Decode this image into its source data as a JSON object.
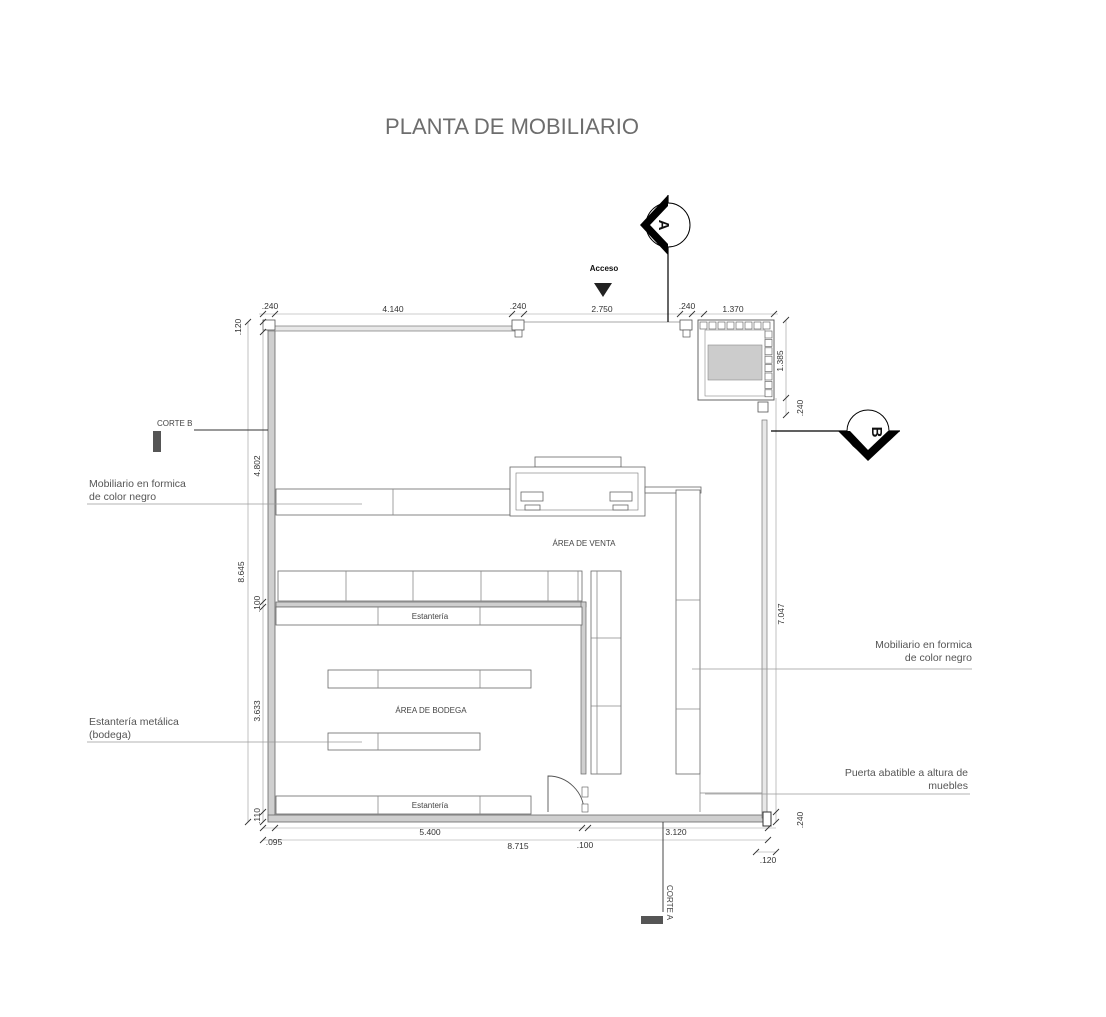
{
  "title": "PLANTA DE MOBILIARIO",
  "access_label": "Acceso",
  "section_markers": {
    "a": "A",
    "b": "B"
  },
  "cut_labels": {
    "b": "CORTE B",
    "a": "CORTE A"
  },
  "room_labels": {
    "venta": "ÁREA DE VENTA",
    "bodega": "ÁREA DE BODEGA"
  },
  "shelf_labels": {
    "upper": "Estantería",
    "lower": "Estantería"
  },
  "notes": {
    "left_top": [
      "Mobiliario en formica",
      "de color negro"
    ],
    "left_bottom": [
      "Estantería metálica",
      "(bodega)"
    ],
    "right_mid": [
      "Mobiliario en formica",
      "de color negro"
    ],
    "right_bottom": [
      "Puerta abatible a altura de",
      "muebles"
    ]
  },
  "dimensions": {
    "top": [
      ".240",
      "4.140",
      ".240",
      "2.750",
      ".240",
      "1.370"
    ],
    "left_outer": "8.645",
    "left_inner": [
      ".120",
      "4.802",
      ".100",
      "3.633",
      ".110"
    ],
    "bottom_row1": [
      "5.400",
      "3.120"
    ],
    "bottom_total": "8.715",
    "bottom_small": [
      ".095",
      ".100",
      ".120"
    ],
    "right": [
      "1.385",
      ".240",
      "7.047",
      ".240"
    ]
  },
  "colors": {
    "wall": "#bdbdbd",
    "line": "#666666",
    "text": "#555555",
    "marker": "#000000",
    "block": "#555555"
  }
}
